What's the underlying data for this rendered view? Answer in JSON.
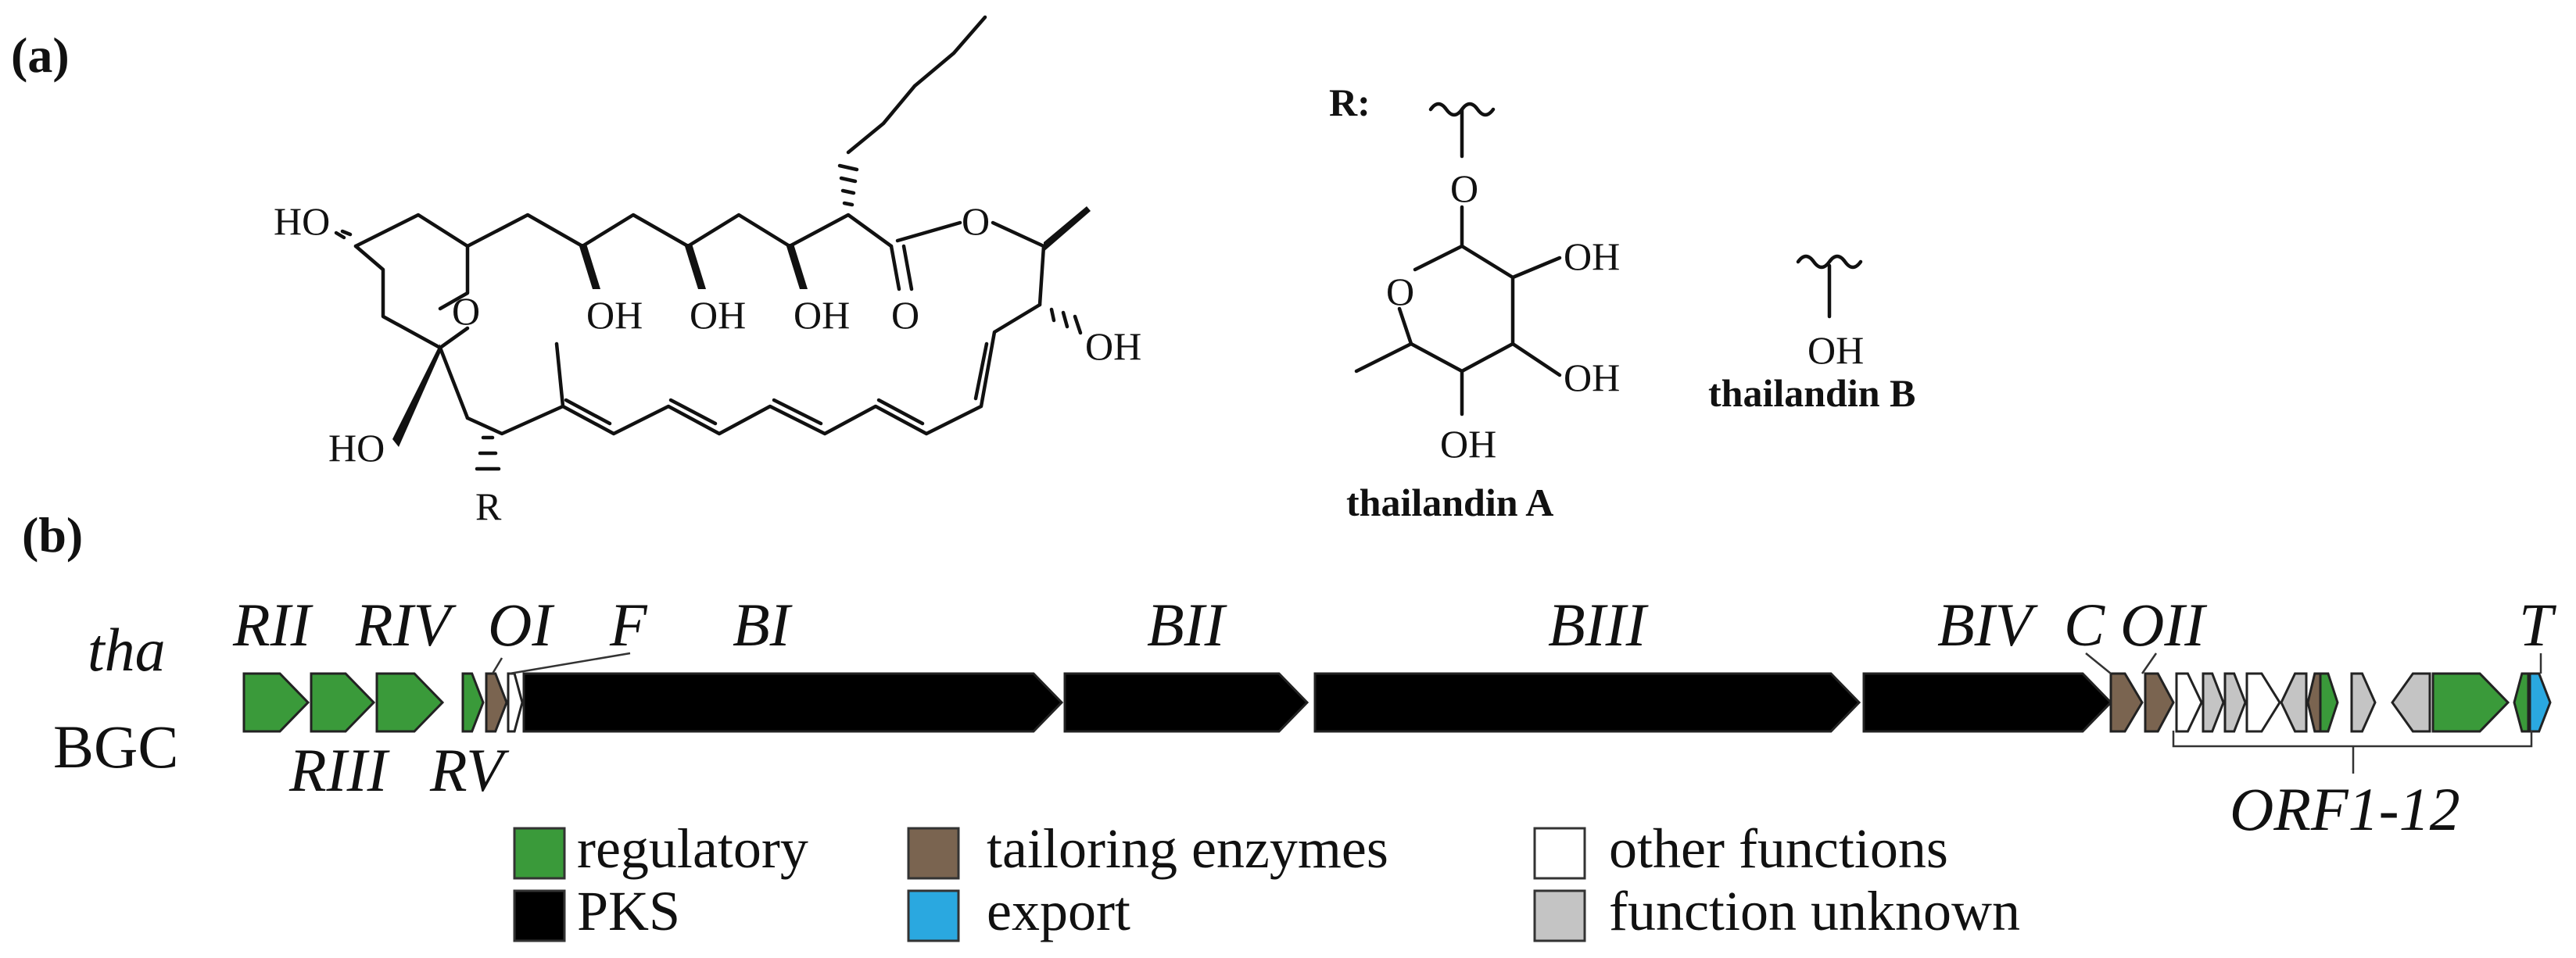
{
  "panel_a_label": "(a)",
  "panel_b_label": "(b)",
  "molecule": {
    "atoms": {
      "ho_top": "HO",
      "ho_left": "HO",
      "ring_o": "O",
      "oh1": "OH",
      "oh2": "OH",
      "oh3": "OH",
      "carbonyl_o": "O",
      "ester_o": "O",
      "oh_right": "OH",
      "r": "R"
    }
  },
  "substituent": {
    "r_label": "R:",
    "sugar_link_o": "O",
    "sugar_ring_o": "O",
    "sugar_oh1": "OH",
    "sugar_oh2": "OH",
    "sugar_oh3": "OH",
    "thailandin_a": "thailandin A",
    "b_oh": "OH",
    "thailandin_b": "thailandin B"
  },
  "cluster": {
    "name_line1": "tha",
    "name_line2": "BGC",
    "group_label": "ORF1-12",
    "colors": {
      "regulatory": "#3a9a3a",
      "tailoring": "#7a6450",
      "pks": "#000000",
      "other": "#ffffff",
      "unknown": "#c4c4c4",
      "export": "#2aa8e0"
    },
    "labels_top": [
      "RII",
      "RIV",
      "OI",
      "F",
      "BI",
      "BII",
      "BIII",
      "BIV",
      "C",
      "OII",
      "T"
    ],
    "labels_bottom": [
      "RIII",
      "RV"
    ]
  },
  "legend": [
    {
      "label": "regulatory",
      "color": "#3a9a3a"
    },
    {
      "label": "tailoring enzymes",
      "color": "#7a6450"
    },
    {
      "label": "other functions",
      "color": "#ffffff"
    },
    {
      "label": "PKS",
      "color": "#000000"
    },
    {
      "label": "export",
      "color": "#2aa8e0"
    },
    {
      "label": "function unknown",
      "color": "#c4c4c4"
    }
  ]
}
